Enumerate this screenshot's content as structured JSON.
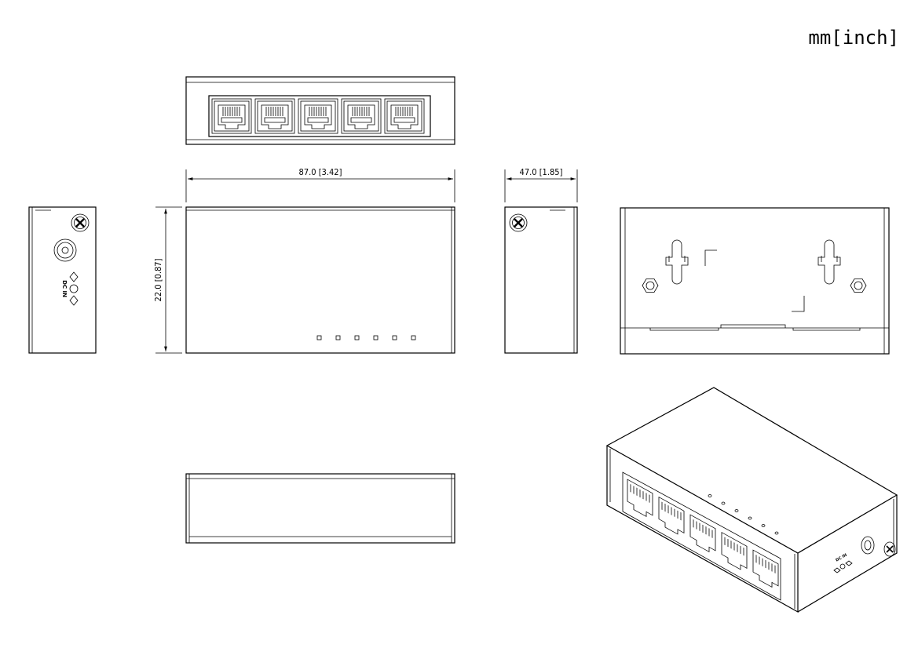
{
  "units_label": "mm[inch]",
  "dimensions": {
    "width": "87.0 [3.42]",
    "height": "22.0 [0.87]",
    "depth": "47.0 [1.85]"
  },
  "port_label": "DC IN",
  "rj45_port_count": 5,
  "led_count": 6
}
